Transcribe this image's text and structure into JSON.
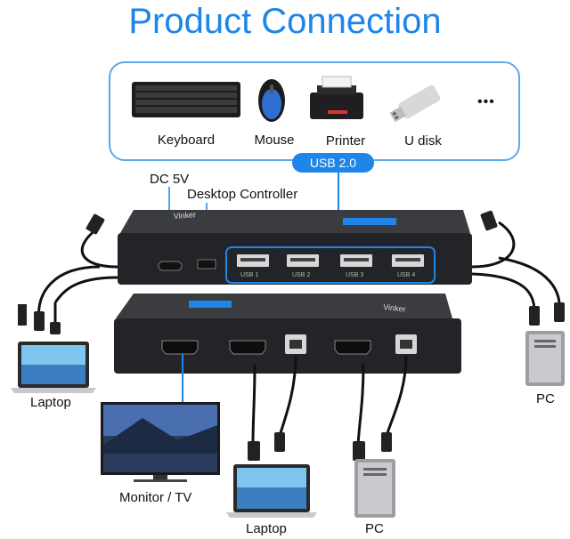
{
  "title": "Product Connection",
  "devices": {
    "keyboard": "Keyboard",
    "mouse": "Mouse",
    "printer": "Printer",
    "udisk": "U disk",
    "more": "•••"
  },
  "usb_badge": "USB 2.0",
  "ports": {
    "dc": "DC 5V",
    "desktop_controller": "Desktop Controller",
    "usb": [
      "USB 1",
      "USB 2",
      "USB 3",
      "USB 4"
    ]
  },
  "brand": "Vinker",
  "labels": {
    "laptop_left": "Laptop",
    "pc_right": "PC",
    "monitor": "Monitor / TV",
    "laptop_bottom": "Laptop",
    "pc_bottom": "PC"
  },
  "colors": {
    "accent": "#1e86e8",
    "box_border": "#5aa9ee",
    "device_body": "#2b2d30"
  }
}
